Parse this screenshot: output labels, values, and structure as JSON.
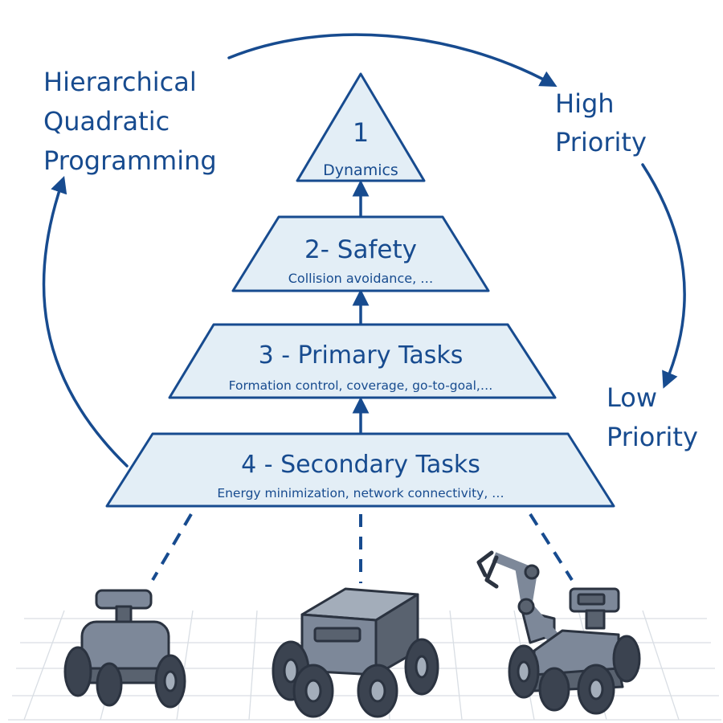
{
  "labels": {
    "method": [
      "Hierarchical",
      "Quadratic",
      "Programming"
    ],
    "high_priority": [
      "High",
      "Priority"
    ],
    "low_priority": [
      "Low",
      "Priority"
    ]
  },
  "tiers": [
    {
      "title": "1",
      "subtitle": "Dynamics"
    },
    {
      "title": "2- Safety",
      "subtitle": "Collision avoidance, …"
    },
    {
      "title": "3 - Primary Tasks",
      "subtitle": "Formation control, coverage, go-to-goal,…"
    },
    {
      "title": "4 - Secondary Tasks",
      "subtitle": "Energy minimization, network connectivity, …"
    }
  ],
  "colors": {
    "accent": "#174b8f",
    "tier_fill": "#e3eef6",
    "robot_body": "#7d8899",
    "robot_outline": "#2b3340"
  },
  "robots": [
    "turret-robot-icon",
    "box-rover-icon",
    "arm-rover-icon"
  ]
}
